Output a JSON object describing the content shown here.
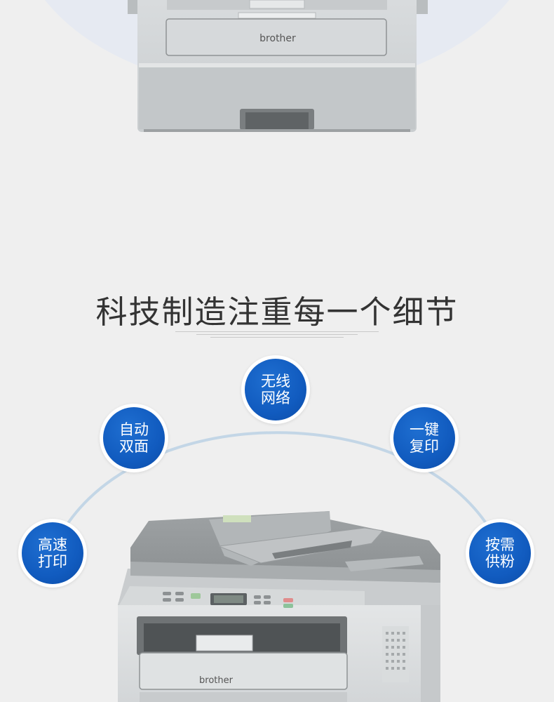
{
  "headline": "科技制造注重每一个细节",
  "brand": "brother",
  "features": [
    {
      "line1": "高速",
      "line2": "打印"
    },
    {
      "line1": "自动",
      "line2": "双面"
    },
    {
      "line1": "无线",
      "line2": "网络"
    },
    {
      "line1": "一键",
      "line2": "复印"
    },
    {
      "line1": "按需",
      "line2": "供粉"
    }
  ]
}
